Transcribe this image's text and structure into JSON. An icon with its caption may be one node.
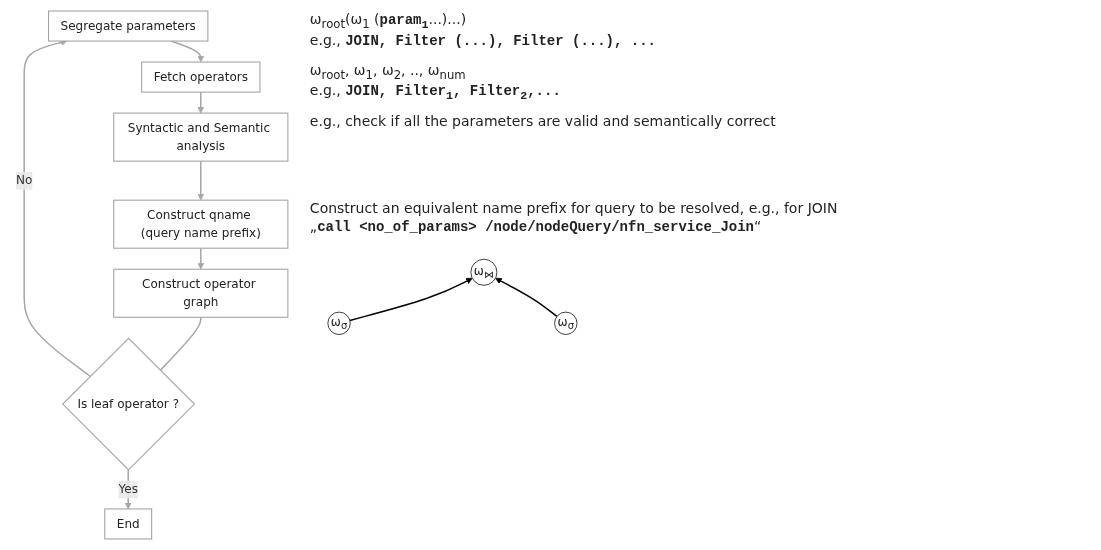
{
  "diagram": {
    "nodes": [
      {
        "text": [
          "Segregate parameters"
        ],
        "beside": [
          "ω$_{root}$(ω$_{1}$ (**param$_{1}$**...)...)",
          "e.g., **JOIN, Filter (...), Filter (...), ...**"
        ]
      },
      {
        "text": [
          "Fetch operators"
        ],
        "beside": [
          "ω$_{root}$, ω$_{1}$, ω$_{2}$, .., ω$_{num}$",
          "e.g., **JOIN, Filter$_{1}$, Filter$_{2}$,...**"
        ]
      },
      {
        "text": [
          "Syntactic and Semantic analysis"
        ],
        "beside": [
          "e.g., check if all the parameters are valid and semantically correct"
        ]
      },
      {
        "text": [
          "Construct qname (query name prefix)"
        ],
        "beside": [
          "Construct an equivalent name prefix for query to be resolved, e.g., for JOIN",
          "„**call <no_of_params> /node/nodeQuery/nfn_service_Join**“"
        ]
      },
      {
        "text": [
          "Construct operator graph"
        ]
      },
      {
        "text": [
          "Is leaf operator ?"
        ]
      },
      {
        "text": [
          "End"
        ]
      },
      {
        "text": [
          "ω$_{⋈}$"
        ]
      },
      {
        "text": [
          "ω$_{σ}$"
        ]
      },
      {
        "text": [
          "ω$_{σ}$"
        ]
      }
    ],
    "edges": [
      {
        "from": 0,
        "to": 1,
        "arrow": "to"
      },
      {
        "from": 1,
        "to": 2,
        "arrow": "to"
      },
      {
        "from": 2,
        "to": 3,
        "arrow": "to"
      },
      {
        "from": 3,
        "to": 4,
        "arrow": "to"
      },
      {
        "from": 4,
        "to": 5,
        "arrow": "none"
      },
      {
        "from": 5,
        "to": 0,
        "arrow": "to",
        "label": "No"
      },
      {
        "from": 5,
        "to": 6,
        "arrow": "to",
        "label": "Yes"
      },
      {
        "from": 8,
        "to": 7,
        "arrow": "to",
        "color": "#000000"
      },
      {
        "from": 9,
        "to": 7,
        "arrow": "to",
        "color": "#000000"
      }
    ]
  }
}
